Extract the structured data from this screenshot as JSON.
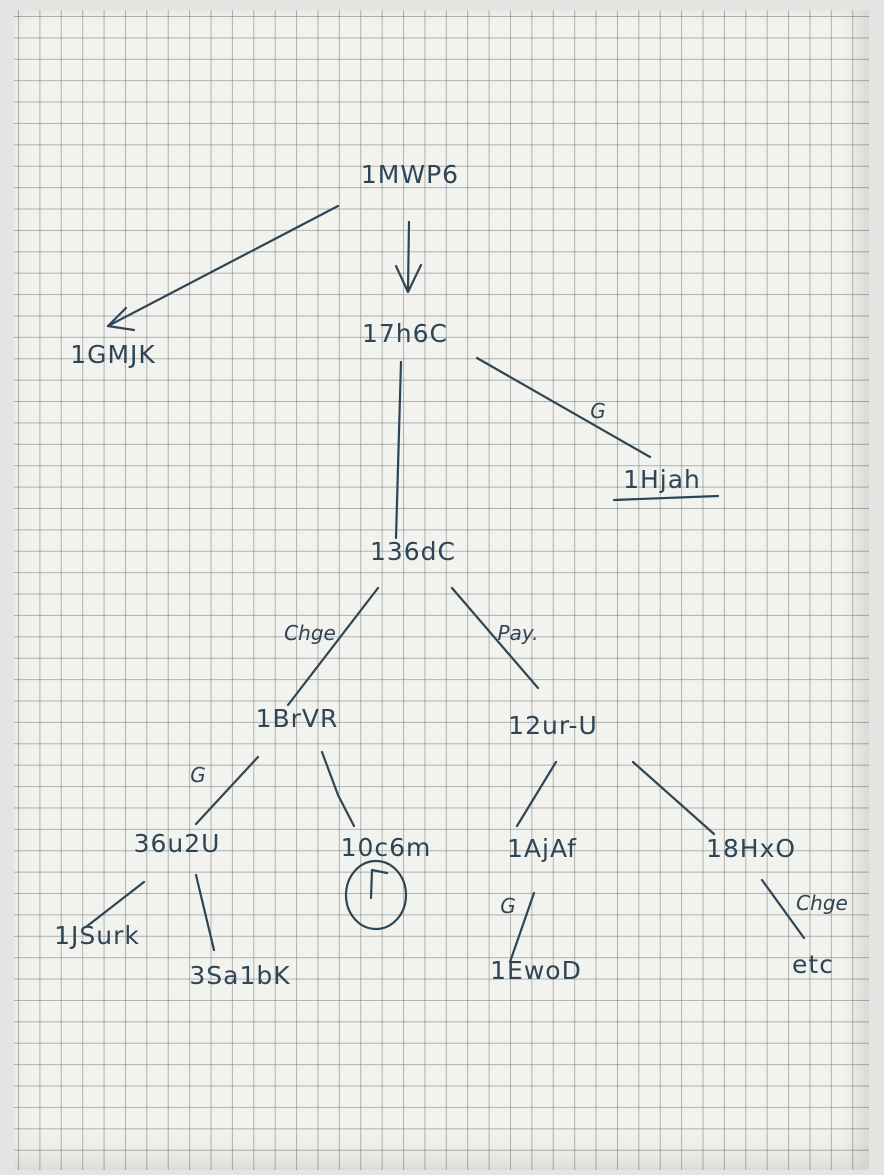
{
  "diagram": {
    "nodes": [
      {
        "id": "n_1mwp6",
        "label": "1MWP6"
      },
      {
        "id": "n_1gmjk",
        "label": "1GMJK"
      },
      {
        "id": "n_17h6c",
        "label": "17h6C"
      },
      {
        "id": "n_1hjah",
        "label": "1Hjah",
        "underlined": true
      },
      {
        "id": "n_136dc",
        "label": "136dC"
      },
      {
        "id": "n_1brvr",
        "label": "1BrVR"
      },
      {
        "id": "n_12ur-u",
        "label": "12ur-U"
      },
      {
        "id": "n_36u2u",
        "label": "36u2U"
      },
      {
        "id": "n_10c6m",
        "label": "10c6m",
        "self_loop": true
      },
      {
        "id": "n_1ajaf",
        "label": "1AjAf"
      },
      {
        "id": "n_18hxo",
        "label": "18HxO"
      },
      {
        "id": "n_1jsurk",
        "label": "1JSurk"
      },
      {
        "id": "n_3sa1bk",
        "label": "3Sa1bK"
      },
      {
        "id": "n_1ewod",
        "label": "1EwoD"
      },
      {
        "id": "n_etc",
        "label": "etc"
      }
    ],
    "edges": [
      {
        "from": "n_1mwp6",
        "to": "n_1gmjk",
        "arrow": true,
        "label": ""
      },
      {
        "from": "n_1mwp6",
        "to": "n_17h6c",
        "arrow": true,
        "label": ""
      },
      {
        "from": "n_17h6c",
        "to": "n_1hjah",
        "arrow": false,
        "label": "G"
      },
      {
        "from": "n_17h6c",
        "to": "n_136dc",
        "arrow": false,
        "label": ""
      },
      {
        "from": "n_136dc",
        "to": "n_1brvr",
        "arrow": false,
        "label": "Chge"
      },
      {
        "from": "n_136dc",
        "to": "n_12ur-u",
        "arrow": false,
        "label": "Pay."
      },
      {
        "from": "n_1brvr",
        "to": "n_36u2u",
        "arrow": false,
        "label": "G"
      },
      {
        "from": "n_1brvr",
        "to": "n_10c6m",
        "arrow": false,
        "label": ""
      },
      {
        "from": "n_12ur-u",
        "to": "n_1ajaf",
        "arrow": false,
        "label": ""
      },
      {
        "from": "n_12ur-u",
        "to": "n_18hxo",
        "arrow": false,
        "label": ""
      },
      {
        "from": "n_36u2u",
        "to": "n_1jsurk",
        "arrow": false,
        "label": ""
      },
      {
        "from": "n_36u2u",
        "to": "n_3sa1bk",
        "arrow": false,
        "label": ""
      },
      {
        "from": "n_1ajaf",
        "to": "n_1ewod",
        "arrow": false,
        "label": "G"
      },
      {
        "from": "n_18hxo",
        "to": "n_etc",
        "arrow": false,
        "label": "Chge"
      }
    ]
  }
}
